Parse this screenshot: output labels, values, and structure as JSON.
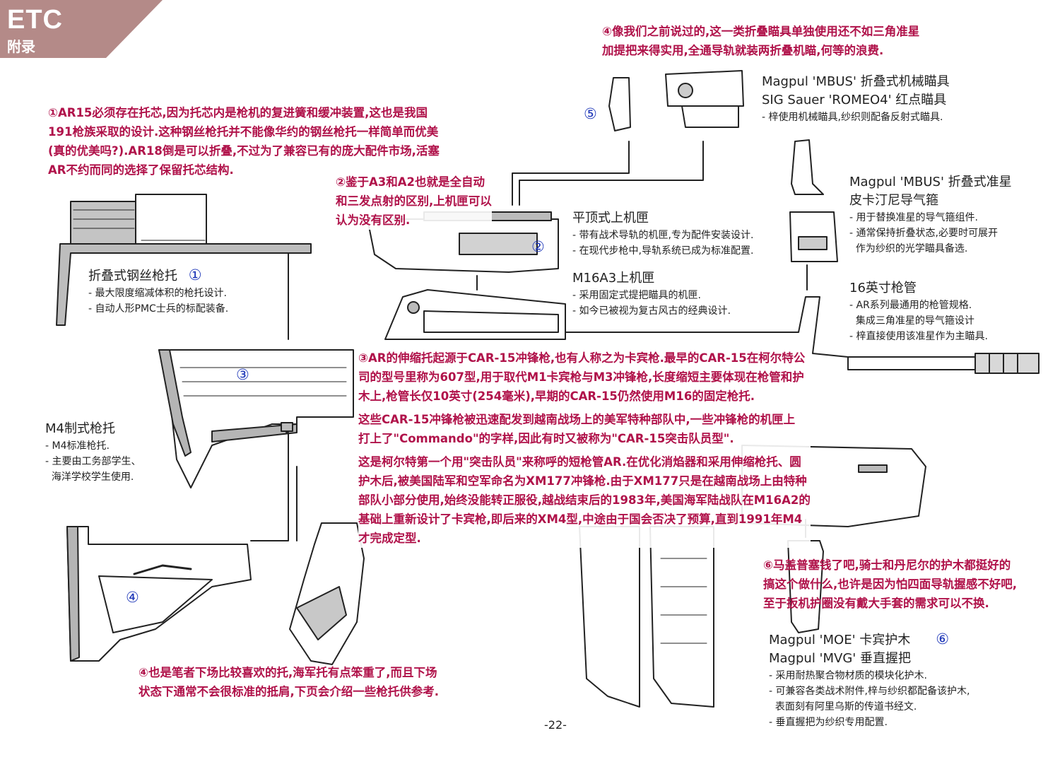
{
  "header": {
    "tag": "ETC",
    "subtitle": "附录"
  },
  "notes": {
    "n1": [
      "①AR15必须存在托芯,因为托芯内是枪机的复进簧和缓冲装置,这也是我国",
      "191枪族采取的设计.这种钢丝枪托并不能像华约的钢丝枪托一样简单而优美",
      "(真的优美吗?).AR18倒是可以折叠,不过为了兼容已有的庞大配件市场,活塞",
      "AR不约而同的选择了保留托芯结构."
    ],
    "n2": [
      "②鉴于A3和A2也就是全自动",
      "和三发点射的区别,上机匣可以",
      "认为没有区别."
    ],
    "n3": [
      "③AR的伸缩托起源于CAR-15冲锋枪,也有人称之为卡宾枪.最早的CAR-15在柯尔特公",
      "司的型号里称为607型,用于取代M1卡宾枪与M3冲锋枪,长度缩短主要体现在枪管和护",
      "木上,枪管长仅10英寸(254毫米),早期的CAR-15仍然使用M16的固定枪托.",
      "这些CAR-15冲锋枪被迅速配发到越南战场上的美军特种部队中,一些冲锋枪的机匣上",
      "打上了\"Commando\"的字样,因此有时又被称为\"CAR-15突击队员型\".",
      "这是柯尔特第一个用\"突击队员\"来称呼的短枪管AR.在优化消焰器和采用伸缩枪托、圆",
      "护木后,被美国陆军和空军命名为XM177冲锋枪.由于XM177只是在越南战场上由特种",
      "部队小部分使用,始终没能转正服役,越战结束后的1983年,美国海军陆战队在M16A2的",
      "基础上重新设计了卡宾枪,即后来的XM4型,中途由于国会否决了预算,直到1991年M4",
      "才完成定型."
    ],
    "n4a": [
      "④像我们之前说过的,这一类折叠瞄具单独使用还不如三角准星",
      "加提把来得实用,全通导轨就装两折叠机瞄,何等的浪费."
    ],
    "n4b": [
      "④也是笔者下场比较喜欢的托,海军托有点笨重了,而且下场",
      "状态下通常不会很标准的抵肩,下页会介绍一些枪托供参考."
    ],
    "n6": [
      "⑥马盖普塞钱了吧,骑士和丹尼尔的护木都挺好的",
      "搞这个做什么,也许是因为怕四面导轨握感不好吧,",
      "至于扳机护圈没有戴大手套的需求可以不换."
    ]
  },
  "labels": {
    "folding_stock": {
      "title": "折叠式钢丝枪托",
      "num": "①",
      "bullets": [
        "- 最大限度缩减体积的枪托设计.",
        "- 自动人形PMC士兵的标配装备."
      ]
    },
    "flattop": {
      "title": "平顶式上机匣",
      "bullets": [
        "- 带有战术导轨的机匣,专为配件安装设计.",
        "- 在现代步枪中,导轨系统已成为标准配置."
      ]
    },
    "m16a3": {
      "title": "M16A3上机匣",
      "bullets": [
        "- 采用固定式提把瞄具的机匣.",
        "- 如今已被视为复古风古的经典设计."
      ]
    },
    "mbus_sight": {
      "lines": [
        "Magpul 'MBUS' 折叠式机械瞄具",
        "SIG Sauer 'ROMEO4' 红点瞄具"
      ],
      "bullets": [
        "- 梓使用机械瞄具,纱织则配备反射式瞄具."
      ]
    },
    "mbus_front": {
      "lines": [
        "Magpul 'MBUS' 折叠式准星",
        "皮卡汀尼导气箍"
      ],
      "bullets": [
        "- 用于替换准星的导气箍组件.",
        "- 通常保持折叠状态,必要时可展开",
        "  作为纱织的光学瞄具备选."
      ]
    },
    "barrel": {
      "title": "16英寸枪管",
      "bullets": [
        "- AR系列最通用的枪管规格.",
        "  集成三角准星的导气箍设计",
        "- 梓直接使用该准星作为主瞄具."
      ]
    },
    "m4_stock": {
      "title": "M4制式枪托",
      "bullets": [
        "- M4标准枪托.",
        "- 主要由工务部学生、",
        "  海洋学校学生使用."
      ]
    },
    "moe": {
      "lines": [
        "Magpul 'MOE' 卡宾护木",
        "Magpul 'MVG' 垂直握把"
      ],
      "num": "⑥",
      "bullets": [
        "- 采用耐热聚合物材质的模块化护木.",
        "- 可兼容各类战术附件,梓与纱织都配备该护木,",
        "  表面刻有阿里乌斯的传道书经文.",
        "- 垂直握把为纱织专用配置."
      ]
    }
  },
  "markers": {
    "m2": "②",
    "m3": "③",
    "m4": "④",
    "m5": "⑤"
  },
  "page_number": "-22-",
  "colors": {
    "header_bg": "#b48a88",
    "note_text": "#b0124a",
    "marker": "#1d36b8",
    "gray_fill": "#b9b9b9"
  }
}
